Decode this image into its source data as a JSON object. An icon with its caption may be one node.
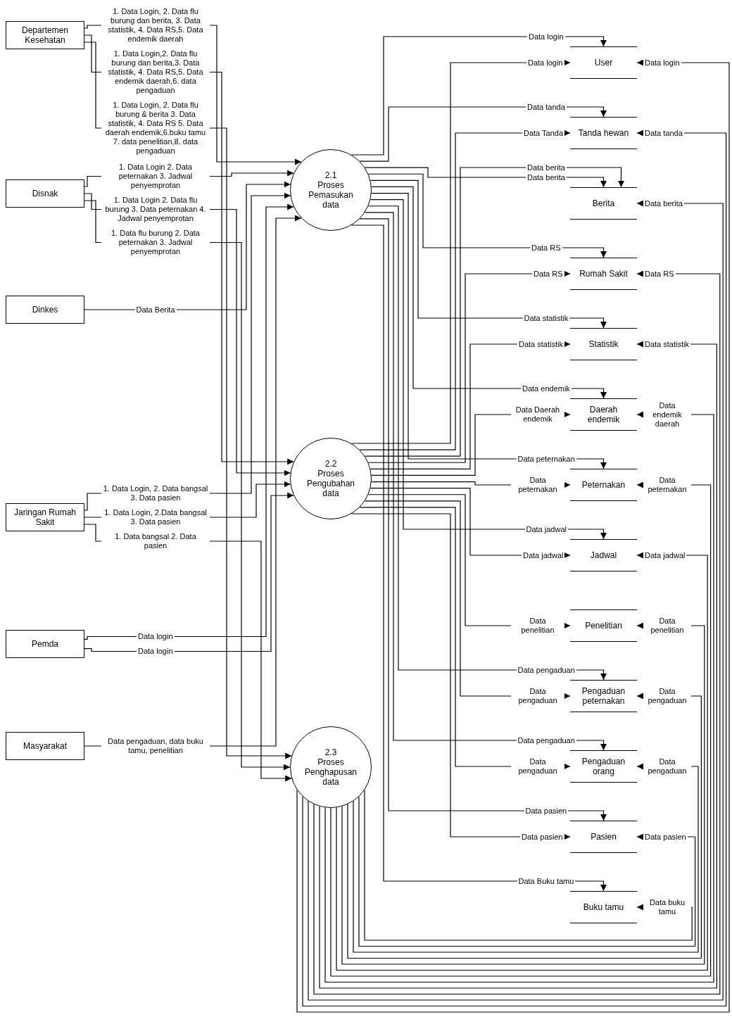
{
  "diagram": {
    "nodes": [
      {
        "text": [
          "Departemen Kesehatan"
        ]
      },
      {
        "text": [
          "Disnak"
        ]
      },
      {
        "text": [
          "Dinkes"
        ]
      },
      {
        "text": [
          "Jaringan Rumah Sakit"
        ]
      },
      {
        "text": [
          "Pemda"
        ]
      },
      {
        "text": [
          "Masyarakat"
        ]
      },
      {
        "text": [
          "2.1",
          "Proses Pemasukan data"
        ]
      },
      {
        "text": [
          "2.2",
          "Proses Pengubahan data"
        ]
      },
      {
        "text": [
          "2.3",
          "Proses Penghapusan data"
        ]
      },
      {
        "text": [
          "User"
        ]
      },
      {
        "text": [
          "Tanda hewan"
        ]
      },
      {
        "text": [
          "Berita"
        ]
      },
      {
        "text": [
          "Rumah Sakit"
        ]
      },
      {
        "text": [
          "Statistik"
        ]
      },
      {
        "text": [
          "Daerah endemik"
        ]
      },
      {
        "text": [
          "Peternakan"
        ]
      },
      {
        "text": [
          "Jadwal"
        ]
      },
      {
        "text": [
          "Penelitian"
        ]
      },
      {
        "text": [
          "Pengaduan peternakan"
        ]
      },
      {
        "text": [
          "Pengaduan orang"
        ]
      },
      {
        "text": [
          "Pasien"
        ]
      },
      {
        "text": [
          "Buku tamu"
        ]
      }
    ],
    "edges": [
      {
        "from": 0,
        "to": 6,
        "arrow": "to",
        "label": "1. Data Login, 2. Data flu burung dan berita, 3. Data statistik, 4. Data RS,5. Data endemik daerah"
      },
      {
        "from": 0,
        "to": 7,
        "arrow": "to",
        "label": "1. Data Login,2. Data flu burung dan berita,3. Data statistik, 4. Data RS,5. Data endemik daerah,6. data pengaduan"
      },
      {
        "from": 0,
        "to": 8,
        "arrow": "to",
        "label": "1. Data Login, 2. Data flu burung & berita 3. Data statistik, 4. Data RS 5. Data daerah endemik,6.buku tamu 7. data penelitian,8. data pengaduan"
      },
      {
        "from": 1,
        "to": 6,
        "arrow": "to",
        "label": "1. Data Login 2. Data peternakan 3. Jadwal penyemprotan"
      },
      {
        "from": 1,
        "to": 7,
        "arrow": "to",
        "label": "1. Data Login 2. Data flu burung 3. Data peternakan 4. Jadwal penyemprotan"
      },
      {
        "from": 1,
        "to": 8,
        "arrow": "to",
        "label": "1. Data flu burung 2. Data peternakan 3. Jadwal penyemprotan"
      },
      {
        "from": 2,
        "to": 6,
        "arrow": "to",
        "label": "Data Berita"
      },
      {
        "from": 3,
        "to": 6,
        "arrow": "to",
        "label": "1. Data Login, 2. Data bangsal 3. Data pasien"
      },
      {
        "from": 3,
        "to": 7,
        "arrow": "to",
        "label": "1. Data Login, 2.Data bangsal 3. Data pasien"
      },
      {
        "from": 3,
        "to": 8,
        "arrow": "to",
        "label": "1. Data bangsal 2. Data pasien"
      },
      {
        "from": 4,
        "to": 6,
        "arrow": "to",
        "label": "Data login"
      },
      {
        "from": 4,
        "to": 7,
        "arrow": "to",
        "label": "Data login"
      },
      {
        "from": 5,
        "to": 6,
        "arrow": "to",
        "label": "Data pengaduan, data buku tamu, penelitian"
      },
      {
        "from": 6,
        "to": 9,
        "arrow": "to",
        "label": "Data login"
      },
      {
        "from": 7,
        "to": 9,
        "arrow": "to",
        "label": "Data login"
      },
      {
        "from": 8,
        "to": 9,
        "arrow": "to",
        "label": "Data login"
      },
      {
        "from": 6,
        "to": 10,
        "arrow": "to",
        "label": "Data tanda"
      },
      {
        "from": 7,
        "to": 10,
        "arrow": "to",
        "label": "Data Tanda"
      },
      {
        "from": 8,
        "to": 10,
        "arrow": "to",
        "label": "Data tanda"
      },
      {
        "from": 6,
        "to": 11,
        "arrow": "to",
        "label": "Data berita"
      },
      {
        "from": 7,
        "to": 11,
        "arrow": "to",
        "label": "Data berita"
      },
      {
        "from": 8,
        "to": 11,
        "arrow": "to",
        "label": "Data berita"
      },
      {
        "from": 6,
        "to": 12,
        "arrow": "to",
        "label": "Data RS"
      },
      {
        "from": 7,
        "to": 12,
        "arrow": "to",
        "label": "Data RS"
      },
      {
        "from": 8,
        "to": 12,
        "arrow": "to",
        "label": "Data RS"
      },
      {
        "from": 6,
        "to": 13,
        "arrow": "to",
        "label": "Data statistik"
      },
      {
        "from": 7,
        "to": 13,
        "arrow": "to",
        "label": "Data statistik"
      },
      {
        "from": 8,
        "to": 13,
        "arrow": "to",
        "label": "Data statistik"
      },
      {
        "from": 6,
        "to": 14,
        "arrow": "to",
        "label": "Data endemik"
      },
      {
        "from": 7,
        "to": 14,
        "arrow": "to",
        "label": "Data Daerah endemik"
      },
      {
        "from": 8,
        "to": 14,
        "arrow": "to",
        "label": "Data endemik daerah"
      },
      {
        "from": 6,
        "to": 15,
        "arrow": "to",
        "label": "Data peternakan"
      },
      {
        "from": 7,
        "to": 15,
        "arrow": "to",
        "label": "Data peternakan"
      },
      {
        "from": 8,
        "to": 15,
        "arrow": "to",
        "label": "Data peternakan"
      },
      {
        "from": 6,
        "to": 16,
        "arrow": "to",
        "label": "Data jadwal"
      },
      {
        "from": 7,
        "to": 16,
        "arrow": "to",
        "label": "Data jadwal"
      },
      {
        "from": 8,
        "to": 16,
        "arrow": "to",
        "label": "Data jadwal"
      },
      {
        "from": 7,
        "to": 17,
        "arrow": "to",
        "label": "Data penelitian"
      },
      {
        "from": 8,
        "to": 17,
        "arrow": "to",
        "label": "Data penelitian"
      },
      {
        "from": 6,
        "to": 18,
        "arrow": "to",
        "label": "Data pengaduan"
      },
      {
        "from": 7,
        "to": 18,
        "arrow": "to",
        "label": "Data pengaduan"
      },
      {
        "from": 8,
        "to": 18,
        "arrow": "to",
        "label": "Data pengaduan"
      },
      {
        "from": 6,
        "to": 19,
        "arrow": "to",
        "label": "Data pengaduan"
      },
      {
        "from": 7,
        "to": 19,
        "arrow": "to",
        "label": "Data pengaduan"
      },
      {
        "from": 8,
        "to": 19,
        "arrow": "to",
        "label": "Data pengaduan"
      },
      {
        "from": 6,
        "to": 20,
        "arrow": "to",
        "label": "Data pasien"
      },
      {
        "from": 7,
        "to": 20,
        "arrow": "to",
        "label": "Data pasien"
      },
      {
        "from": 8,
        "to": 20,
        "arrow": "to",
        "label": "Data pasien"
      },
      {
        "from": 8,
        "to": 21,
        "arrow": "to",
        "label": "Data buku tamu"
      },
      {
        "from": 6,
        "to": 21,
        "arrow": "to",
        "label": "Data Buku tamu"
      }
    ]
  }
}
